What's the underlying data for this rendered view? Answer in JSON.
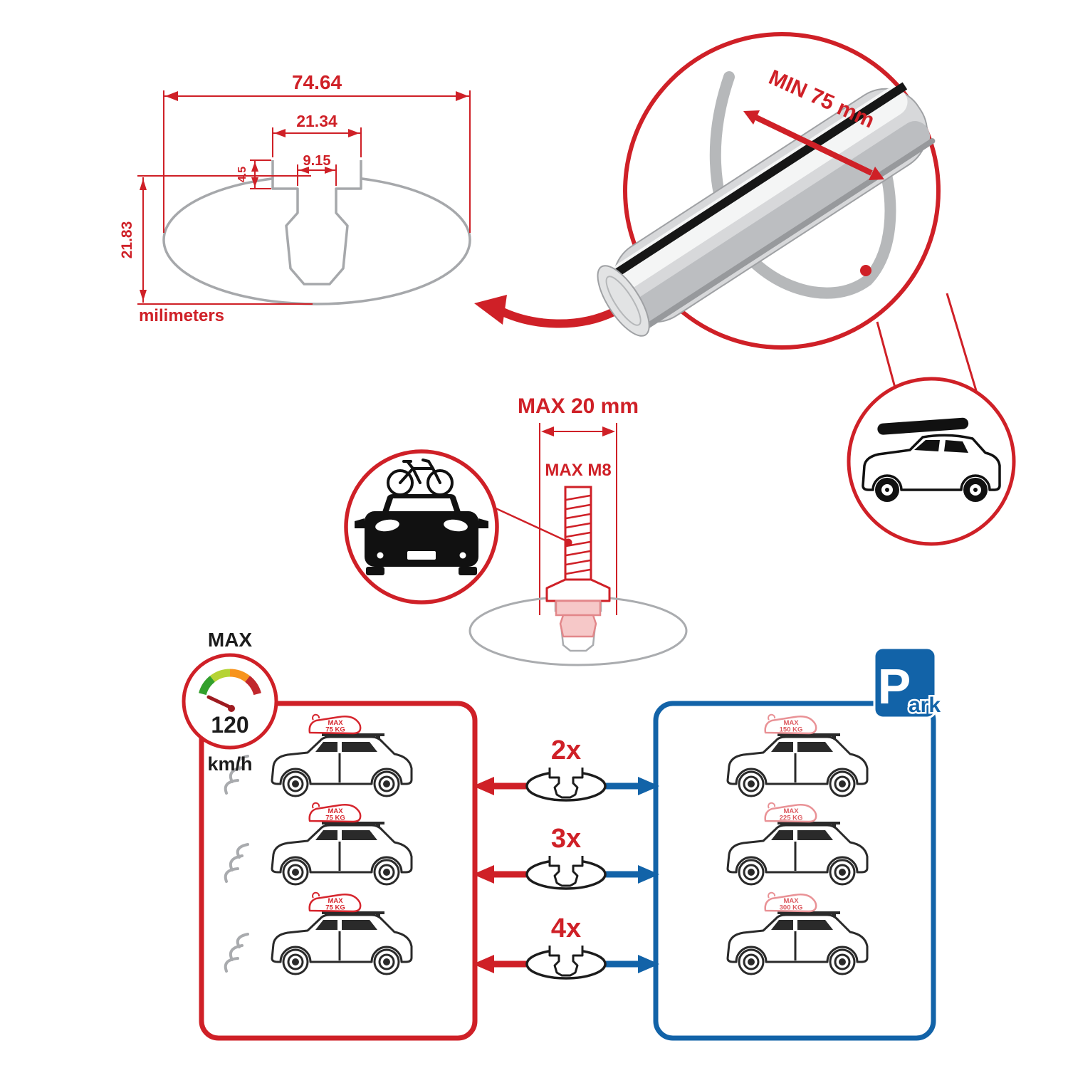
{
  "colors": {
    "red": "#cf2027",
    "blue": "#1263a8",
    "gray": "#b6b8ba",
    "black": "#1c1c1c"
  },
  "tech_drawing": {
    "dim_total_width": "74.64",
    "dim_slot_outer": "21.34",
    "dim_slot_inner": "9.15",
    "dim_step_depth": "4.5",
    "dim_total_height": "21.83",
    "units_label": "milimeters"
  },
  "bar_callout": {
    "min_span_label": "MIN 75 mm"
  },
  "bolt_callout": {
    "max_length_label": "MAX 20 mm",
    "max_thread_label": "MAX M8"
  },
  "speed_limit": {
    "label": "MAX",
    "value": "120",
    "units": "km/h"
  },
  "park_sign": {
    "letter": "P",
    "suffix": "ark"
  },
  "crossbar_quantities": [
    {
      "label": "2x"
    },
    {
      "label": "3x"
    },
    {
      "label": "4x"
    }
  ],
  "driving_panel": {
    "cars": [
      {
        "badge_title": "MAX",
        "badge_load": "75 KG"
      },
      {
        "badge_title": "MAX",
        "badge_load": "75 KG"
      },
      {
        "badge_title": "MAX",
        "badge_load": "75 KG"
      }
    ]
  },
  "parking_panel": {
    "cars": [
      {
        "badge_title": "MAX",
        "badge_load": "150 KG"
      },
      {
        "badge_title": "MAX",
        "badge_load": "225 KG"
      },
      {
        "badge_title": "MAX",
        "badge_load": "300 KG"
      }
    ]
  }
}
